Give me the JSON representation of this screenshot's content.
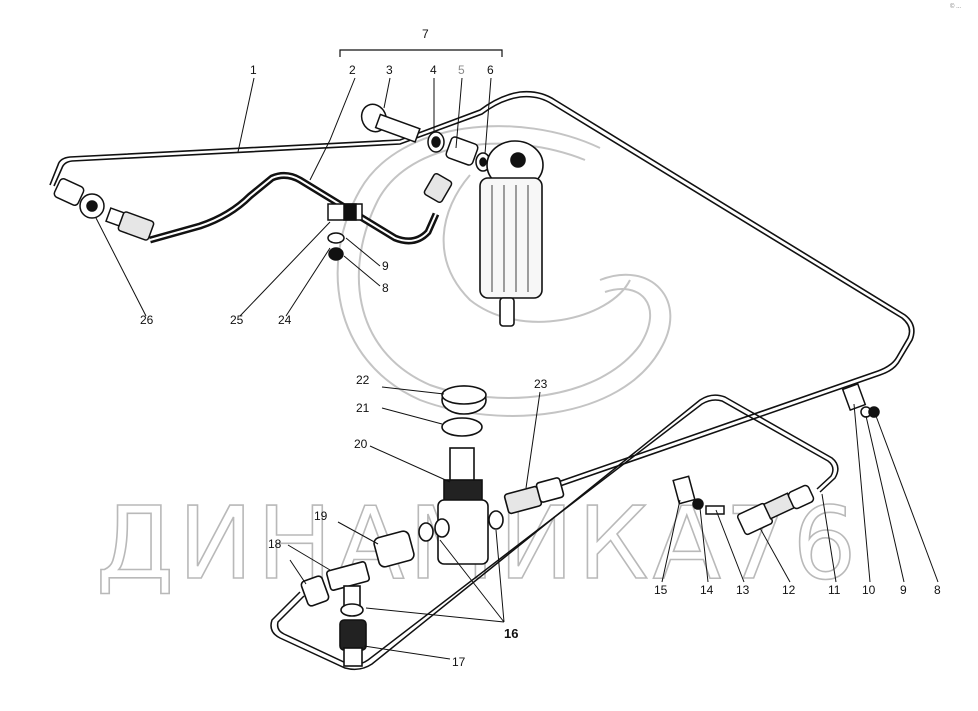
{
  "diagram": {
    "callouts": {
      "c1": "1",
      "c2": "2",
      "c3": "3",
      "c4": "4",
      "c5": "5",
      "c6": "6",
      "c7": "7",
      "c8a": "8",
      "c9a": "9",
      "c8b": "8",
      "c9b": "9",
      "c10": "10",
      "c11": "11",
      "c12": "12",
      "c13": "13",
      "c14": "14",
      "c15": "15",
      "c16": "16",
      "c17": "17",
      "c18": "18",
      "c19": "19",
      "c20": "20",
      "c21": "21",
      "c22": "22",
      "c23": "23",
      "c24": "24",
      "c25": "25",
      "c26": "26"
    },
    "watermark": "ДИНАМИКА76",
    "corner_mark": "© ..."
  }
}
